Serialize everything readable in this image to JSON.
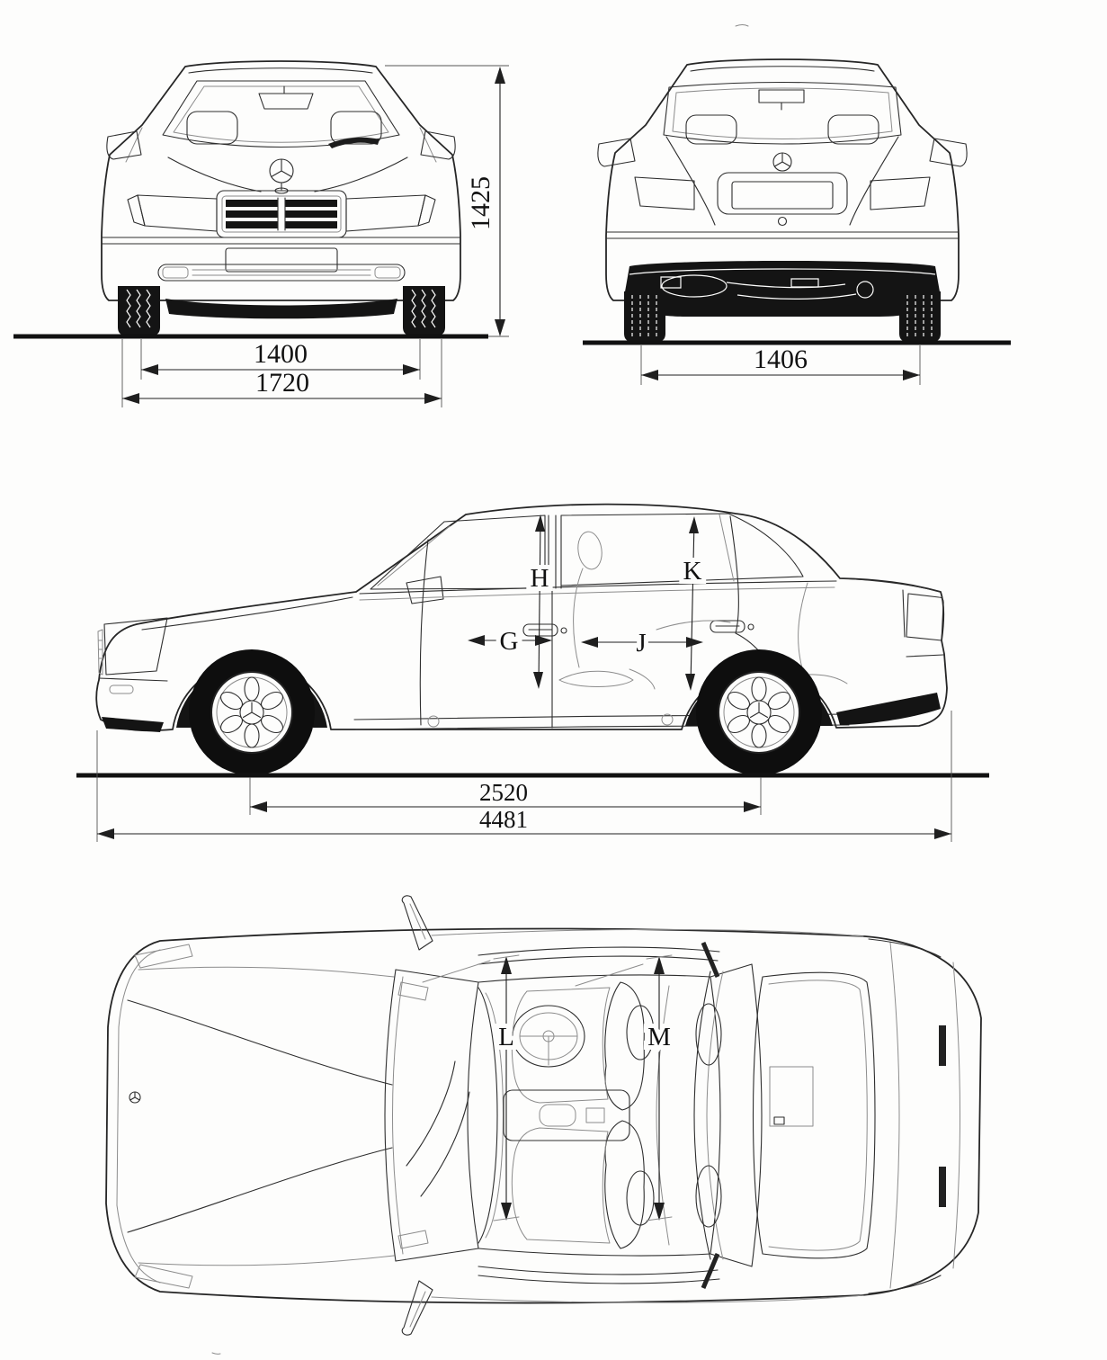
{
  "colors": {
    "paper": "#fdfdfc",
    "ink": "#262626"
  },
  "dims": {
    "overall_height": {
      "value": "1425"
    },
    "front_track": {
      "value": "1400"
    },
    "overall_width": {
      "value": "1720"
    },
    "rear_track": {
      "value": "1406"
    },
    "wheelbase": {
      "value": "2520"
    },
    "overall_length": {
      "value": "4481"
    },
    "letter_h": {
      "value": "H"
    },
    "letter_k": {
      "value": "K"
    },
    "letter_g": {
      "value": "G"
    },
    "letter_j": {
      "value": "J"
    },
    "letter_l": {
      "value": "L"
    },
    "letter_m": {
      "value": "M"
    }
  }
}
